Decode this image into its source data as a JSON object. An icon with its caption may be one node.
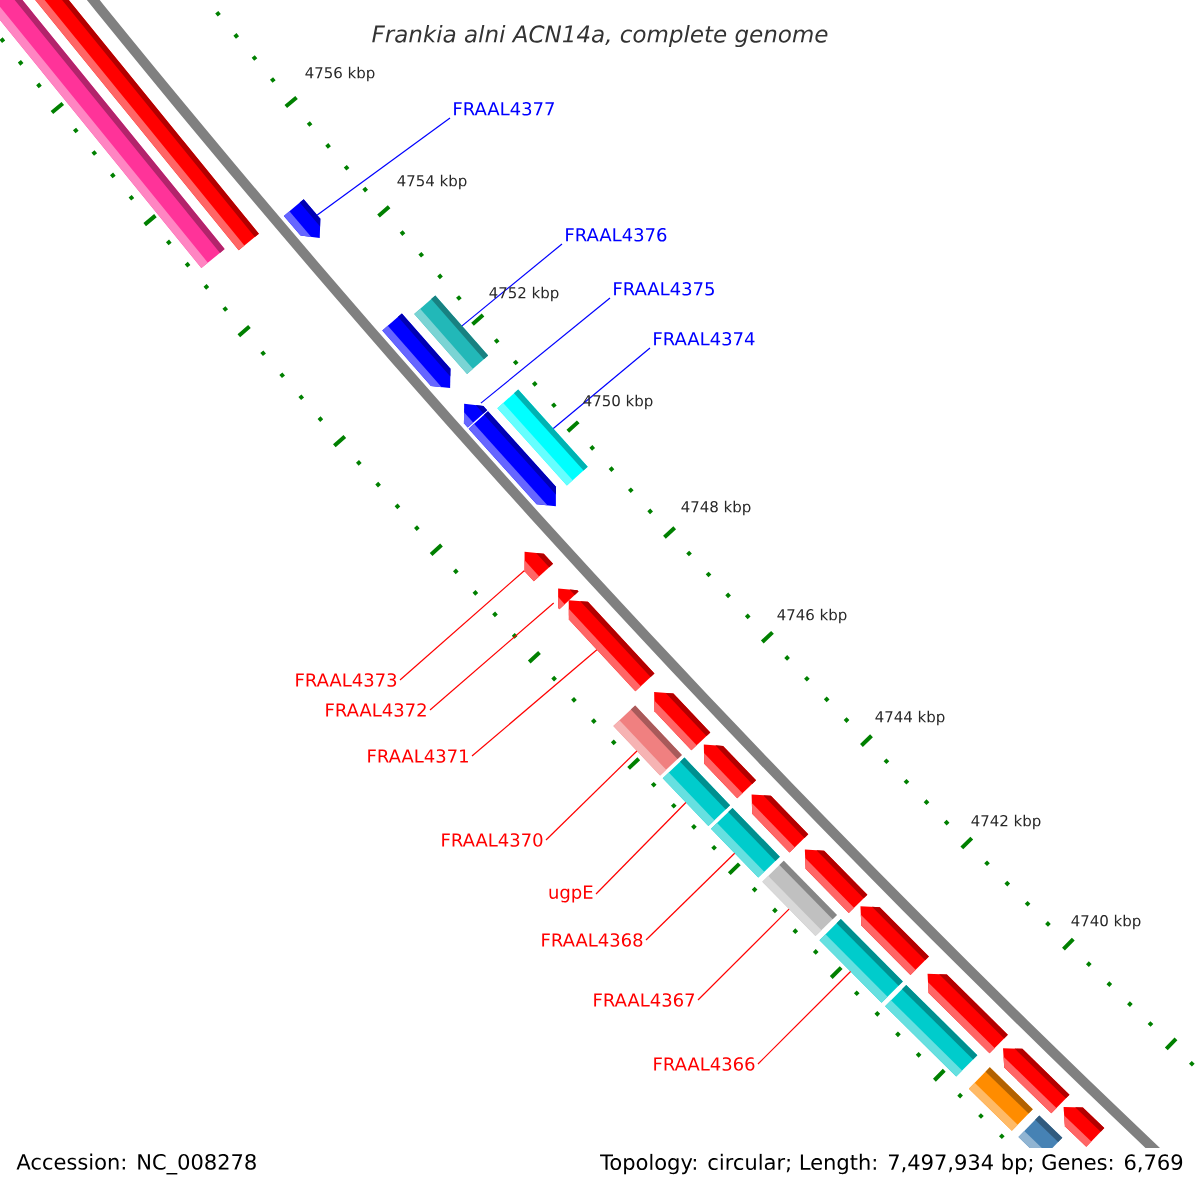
{
  "diagram": {
    "title": "Frankia alni ACN14a, complete genome",
    "nodes": [
      {
        "text": [
          "FRAAL4377"
        ]
      },
      {
        "text": [
          "FRAAL4376"
        ]
      },
      {
        "text": [
          "FRAAL4375"
        ]
      },
      {
        "text": [
          "FRAAL4374"
        ]
      },
      {
        "text": [
          "FRAAL4373"
        ]
      },
      {
        "text": [
          "FRAAL4372"
        ]
      },
      {
        "text": [
          "FRAAL4371"
        ]
      },
      {
        "text": [
          "FRAAL4370"
        ]
      },
      {
        "text": [
          "ugpE"
        ]
      },
      {
        "text": [
          "FRAAL4368"
        ]
      },
      {
        "text": [
          "FRAAL4367"
        ]
      },
      {
        "text": [
          "FRAAL4366"
        ]
      },
      {
        "text": [],
        "shape": "bar"
      },
      {
        "text": [],
        "shape": "bar"
      },
      {
        "text": [],
        "shape": "pentagon"
      },
      {
        "text": [],
        "shape": "pentagon"
      },
      {
        "text": [],
        "shape": "bar"
      },
      {
        "text": [],
        "shape": "pentagon"
      },
      {
        "text": [],
        "shape": "pentagon"
      },
      {
        "text": [],
        "shape": "bar"
      },
      {
        "text": [],
        "shape": "pentagon"
      },
      {
        "text": [],
        "shape": "pentagon"
      },
      {
        "text": [],
        "shape": "pentagon"
      },
      {
        "text": [],
        "shape": "bar"
      },
      {
        "text": [],
        "shape": "pentagon"
      },
      {
        "text": [],
        "shape": "bar"
      },
      {
        "text": [],
        "shape": "pentagon"
      },
      {
        "text": [],
        "shape": "bar"
      },
      {
        "text": [],
        "shape": "pentagon"
      },
      {
        "text": [],
        "shape": "bar"
      },
      {
        "text": [],
        "shape": "pentagon"
      },
      {
        "text": [],
        "shape": "bar"
      },
      {
        "text": [],
        "shape": "pentagon"
      },
      {
        "text": [],
        "shape": "bar"
      },
      {
        "text": [],
        "shape": "pentagon"
      },
      {
        "text": [],
        "shape": "bar"
      },
      {
        "text": [],
        "shape": "pentagon"
      },
      {
        "text": [],
        "shape": "bar"
      },
      {
        "text": [],
        "shape": "pentagon"
      }
    ],
    "edges": [
      {
        "from": 0,
        "to": 14,
        "arrow": "none",
        "color": "#0000ff"
      },
      {
        "from": 1,
        "to": 16,
        "arrow": "none",
        "color": "#0000ff"
      },
      {
        "from": 2,
        "to": 17,
        "arrow": "none",
        "color": "#0000ff"
      },
      {
        "from": 3,
        "to": 19,
        "arrow": "none",
        "color": "#0000ff"
      },
      {
        "from": 4,
        "to": 20,
        "arrow": "none"
      },
      {
        "from": 5,
        "to": 21,
        "arrow": "none"
      },
      {
        "from": 6,
        "to": 22,
        "arrow": "none"
      },
      {
        "from": 7,
        "to": 23,
        "arrow": "none"
      },
      {
        "from": 8,
        "to": 25,
        "arrow": "none"
      },
      {
        "from": 9,
        "to": 27,
        "arrow": "none"
      },
      {
        "from": 10,
        "to": 29,
        "arrow": "none"
      },
      {
        "from": 11,
        "to": 31,
        "arrow": "none"
      }
    ],
    "labels": [
      "4756 kbp",
      "4754 kbp",
      "4752 kbp",
      "4750 kbp",
      "4748 kbp",
      "4746 kbp",
      "4744 kbp",
      "4742 kbp",
      "4740 kbp",
      "Accession: NC_008278",
      "Topology: circular; Length: 7,497,934 bp; Genes: 6,769"
    ]
  }
}
